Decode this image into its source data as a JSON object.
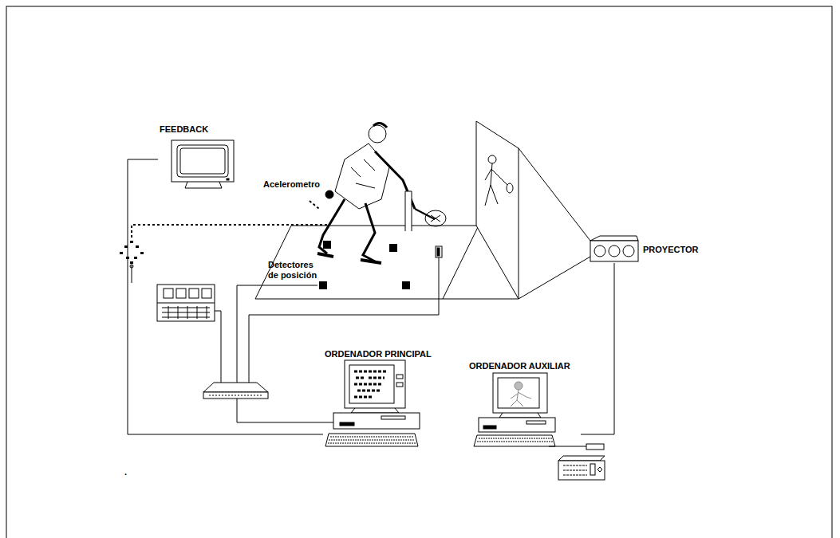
{
  "diagram": {
    "nodes": [
      {
        "text": [
          "FEEDBACK"
        ]
      },
      {
        "text": [
          "PROYECTOR"
        ]
      },
      {
        "text": [
          "ORDENADOR PRINCIPAL"
        ]
      },
      {
        "text": [
          "ORDENADOR AUXILIAR"
        ]
      }
    ],
    "edges": [
      {
        "from": 0,
        "to": 2,
        "arrow": "none"
      },
      {
        "from": 1,
        "to": 3,
        "arrow": "none"
      }
    ],
    "labels": [
      "Acelerometro",
      "Detectores de posición",
      "."
    ]
  }
}
